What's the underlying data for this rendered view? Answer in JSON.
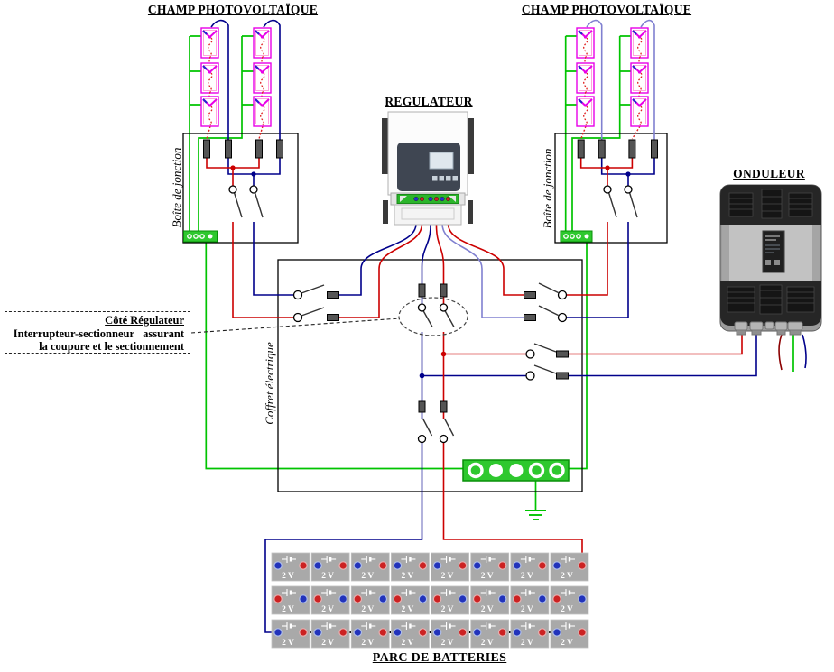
{
  "diagram": {
    "title_pv_left": "CHAMP PHOTOVOLTAÏQUE",
    "title_pv_right": "CHAMP PHOTOVOLTAÏQUE",
    "title_regulator": "REGULATEUR",
    "title_inverter": "ONDULEUR",
    "title_battery_bank": "PARC DE BATTERIES",
    "label_junction_box_left": "Boîte de jonction",
    "label_junction_box_right": "Boîte de jonction",
    "label_cabinet": "Coffret électrique",
    "callout": {
      "title": "Côté Régulateur",
      "line1": "Interrupteur-sectionneur   assurant",
      "line2": "la coupure et le sectionnement"
    },
    "battery": {
      "rows": 3,
      "cols": 8,
      "cell_label": "2 V",
      "row_polarity": [
        "neg-pos",
        "pos-neg",
        "neg-pos"
      ]
    },
    "pv": {
      "arrays": 2,
      "strings_per_array": 2,
      "modules_per_string": 3
    },
    "colors": {
      "positive_wire": "#cc0000",
      "negative_wire": "#00008b",
      "negative_wire_light": "#8080d0",
      "earth_wire": "#00c400",
      "earth_block": "#2ec82e",
      "pv_outline": "#e800e8",
      "fuse_body": "#555555",
      "battery_cell": "#a9a9a9"
    }
  }
}
